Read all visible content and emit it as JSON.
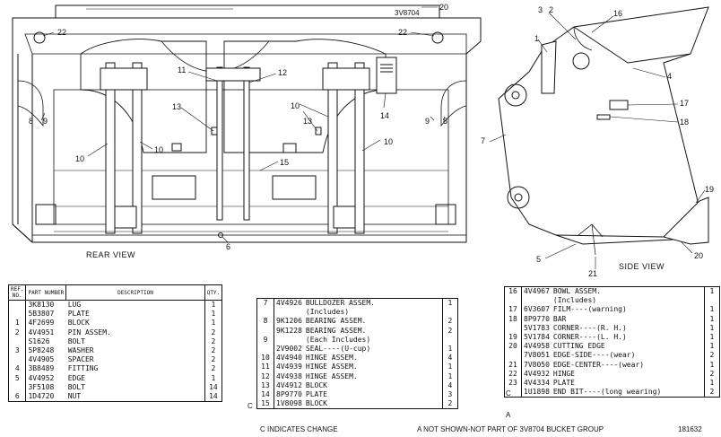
{
  "views": {
    "rear": "REAR VIEW",
    "side": "SIDE VIEW"
  },
  "callouts": {
    "rear": {
      "c20": "20",
      "c22a": "22",
      "c22b": "22",
      "c11": "11",
      "c12": "12",
      "c13a": "13",
      "c13b": "13",
      "c10a": "10",
      "c10b": "10",
      "c10c": "10",
      "c10d": "10",
      "c14": "14",
      "c15": "15",
      "c8a": "8",
      "c9a": "9",
      "c8b": "8",
      "c9b": "9",
      "c6": "6"
    },
    "side": {
      "c3": "3",
      "c2": "2",
      "c16": "16",
      "c1": "1",
      "c4": "4",
      "c17": "17",
      "c18": "18",
      "c7": "7",
      "c19": "19",
      "c5": "5",
      "c21": "21",
      "c20": "20"
    }
  },
  "table1": {
    "headers": {
      "ref": "REF. NO.",
      "part": "PART NUMBER",
      "desc": "DESCRIPTION",
      "qty": "QTY."
    },
    "rows": [
      {
        "ref": "",
        "part": "3K8130",
        "desc": "LUG",
        "qty": "1"
      },
      {
        "ref": "",
        "part": "5B3807",
        "desc": "PLATE",
        "qty": "1"
      },
      {
        "ref": "1",
        "part": "4F2699",
        "desc": "BLOCK",
        "qty": "1"
      },
      {
        "ref": "2",
        "part": "4V4951",
        "desc": "PIN ASSEM.",
        "qty": "2"
      },
      {
        "ref": "",
        "part": "S1626",
        "desc": "BOLT",
        "qty": "2"
      },
      {
        "ref": "3",
        "part": "5P8248",
        "desc": "WASHER",
        "qty": "2"
      },
      {
        "ref": "",
        "part": "4V4905",
        "desc": "SPACER",
        "qty": "2"
      },
      {
        "ref": "4",
        "part": "3B8489",
        "desc": "FITTING",
        "qty": "2"
      },
      {
        "ref": "5",
        "part": "4V4952",
        "desc": "EDGE",
        "qty": "1"
      },
      {
        "ref": "",
        "part": "3F5108",
        "desc": "BOLT",
        "qty": "14"
      },
      {
        "ref": "6",
        "part": "1D4720",
        "desc": "NUT",
        "qty": "14"
      }
    ]
  },
  "table2": {
    "rows": [
      {
        "ref": "7",
        "part": "4V4926",
        "desc": "BULLDOZER ASSEM.",
        "qty": "1"
      },
      {
        "ref": "",
        "part": "",
        "desc": "(Includes)",
        "qty": ""
      },
      {
        "ref": "8",
        "part": "9K1206",
        "desc": "BEARING ASSEM.",
        "qty": "2"
      },
      {
        "ref": "",
        "part": "9K1228",
        "desc": "BEARING ASSEM.",
        "qty": "2"
      },
      {
        "ref": "9",
        "part": "",
        "desc": "(Each Includes)",
        "qty": ""
      },
      {
        "ref": "",
        "part": "2V9002",
        "desc": "SEAL----(U-cup)",
        "qty": "1"
      },
      {
        "ref": "10",
        "part": "4V4940",
        "desc": "HINGE ASSEM.",
        "qty": "4"
      },
      {
        "ref": "11",
        "part": "4V4939",
        "desc": "HINGE ASSEM.",
        "qty": "1"
      },
      {
        "ref": "12",
        "part": "4V4938",
        "desc": "HINGE ASSEM.",
        "qty": "1"
      },
      {
        "ref": "13",
        "part": "4V4912",
        "desc": "BLOCK",
        "qty": "4"
      },
      {
        "ref": "14",
        "part": "8P9770",
        "desc": "PLATE",
        "qty": "3"
      },
      {
        "ref": "15",
        "part": "1V8098",
        "desc": "BLOCK",
        "qty": "2"
      }
    ],
    "margin_c": "C"
  },
  "table3": {
    "rows": [
      {
        "ref": "16",
        "part": "4V4967",
        "desc": "BOWL ASSEM.",
        "qty": "1"
      },
      {
        "ref": "",
        "part": "",
        "desc": "(Includes)",
        "qty": ""
      },
      {
        "ref": "17",
        "part": "6V3607",
        "desc": "FILM----(warning)",
        "qty": "1"
      },
      {
        "ref": "18",
        "part": "8P9770",
        "desc": "BAR",
        "qty": "1"
      },
      {
        "ref": "",
        "part": "5V1783",
        "desc": "CORNER----(R. H.)",
        "qty": "1"
      },
      {
        "ref": "19",
        "part": "5V1784",
        "desc": "CORNER----(L. H.)",
        "qty": "1"
      },
      {
        "ref": "20",
        "part": "4V4958",
        "desc": "CUTTING EDGE",
        "qty": "1"
      },
      {
        "ref": "",
        "part": "7V8051",
        "desc": "EDGE-SIDE----(wear)",
        "qty": "2"
      },
      {
        "ref": "21",
        "part": "7V8050",
        "desc": "EDGE-CENTER----(wear)",
        "qty": "1"
      },
      {
        "ref": "22",
        "part": "4V4932",
        "desc": "HINGE",
        "qty": "2"
      },
      {
        "ref": "23",
        "part": "4V4334",
        "desc": "PLATE",
        "qty": "1"
      },
      {
        "ref": "",
        "part": "",
        "desc": "",
        "qty": ""
      },
      {
        "ref": "",
        "part": "1U1898",
        "desc": "END BIT----(long wearing)",
        "qty": "2"
      }
    ],
    "margin_c": "C",
    "margin_a": "A"
  },
  "footer": {
    "change_note": "C INDICATES CHANGE",
    "not_shown_note": "A NOT SHOWN-NOT PART OF 3V8704 BUCKET GROUP",
    "figure_number": "181632",
    "plate_number": "3V8704"
  }
}
